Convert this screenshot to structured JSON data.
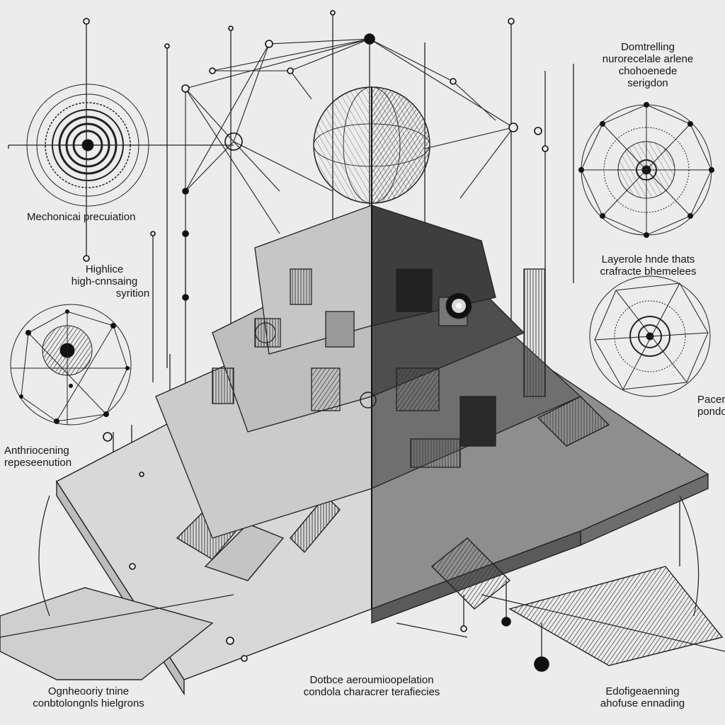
{
  "labels": {
    "top_right": [
      "Domtrelling",
      "nurorecelale arlene",
      "chohoenede",
      "serigdon"
    ],
    "left_mechanical": "Mechonicai precuiation",
    "left_high": [
      "Highlice",
      "high-cnnsaing",
      "syrition"
    ],
    "right_layered": [
      "Layerole hnde thats",
      "crafracte bhemelees"
    ],
    "right_partial": [
      "Pacer",
      "pondo"
    ],
    "left_anthro": [
      "Anthriocening",
      "repeseenution"
    ],
    "bottom_left": [
      "Ognheooriy tnine",
      "conbtolongnls hielgrons"
    ],
    "bottom_center": [
      "Dotbce aeroumioopelation",
      "condola characrer terafiecies"
    ],
    "bottom_right": [
      "Edofigeaenning",
      "ahofuse ennading"
    ]
  },
  "colors": {
    "background": "#ececec",
    "ink": "#161616",
    "shade": "#555555",
    "dark": "#2a2a2a"
  }
}
